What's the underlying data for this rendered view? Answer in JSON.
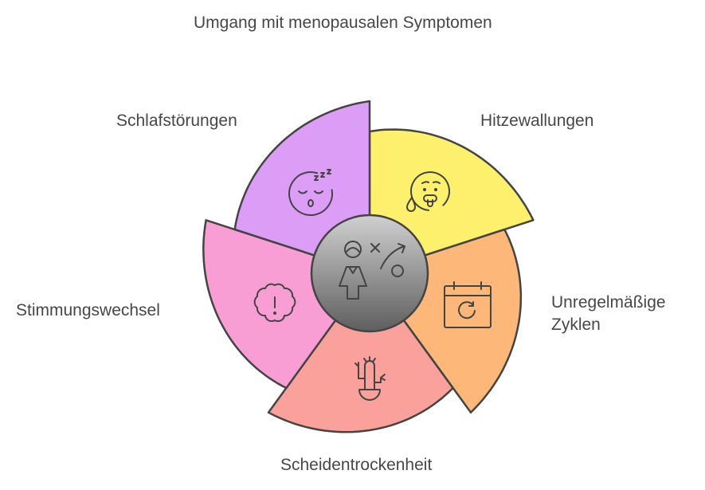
{
  "title": "Umgang mit menopausalen Symptomen",
  "segments": [
    {
      "label": "Hitzewallungen",
      "color": "#FDF06C",
      "icon": "sweating-face-icon"
    },
    {
      "label": "Unregelmäßige Zyklen",
      "label_lines": [
        "Unregelmäßige",
        "Zyklen"
      ],
      "color": "#FDB879",
      "icon": "calendar-refresh-icon"
    },
    {
      "label": "Scheidentrockenheit",
      "color": "#F9A19A",
      "icon": "cactus-icon"
    },
    {
      "label": "Stimmungswechsel",
      "color": "#F89ED5",
      "icon": "alert-cloud-icon"
    },
    {
      "label": "Schlafstörungen",
      "color": "#DC9DF7",
      "icon": "sleeping-face-icon"
    }
  ],
  "center": {
    "icon": "woman-strategy-icon"
  }
}
